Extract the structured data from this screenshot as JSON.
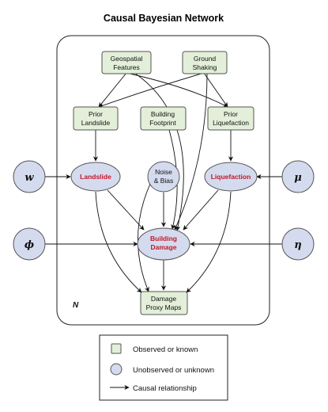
{
  "title": "Causal Bayesian Network",
  "plate_label": "N",
  "observed_nodes": {
    "geospatial": [
      "Geospatial",
      "Features"
    ],
    "shaking": [
      "Ground",
      "Shaking"
    ],
    "prior_landslide": [
      "Prior",
      "Landslide"
    ],
    "footprint": [
      "Building",
      "Footprint"
    ],
    "prior_liquefaction": [
      "Prior",
      "Liquefaction"
    ],
    "dpm": [
      "Damage",
      "Proxy Maps"
    ]
  },
  "latent_nodes": {
    "landslide": "Landslide",
    "liquefaction": "Liquefaction",
    "noise": [
      "Noise",
      "& Bias"
    ],
    "damage": [
      "Building",
      "Damage"
    ]
  },
  "parameters": {
    "w": "w",
    "mu": "μ",
    "phi": "ϕ",
    "eta": "η"
  },
  "legend": {
    "observed": "Observed or known",
    "unobserved": "Unobserved or unknown",
    "causal": "Causal relationship"
  },
  "colors": {
    "observed_fill": "#e3efd9",
    "latent_fill": "#d5dbee",
    "highlight_text": "#c0172b"
  }
}
